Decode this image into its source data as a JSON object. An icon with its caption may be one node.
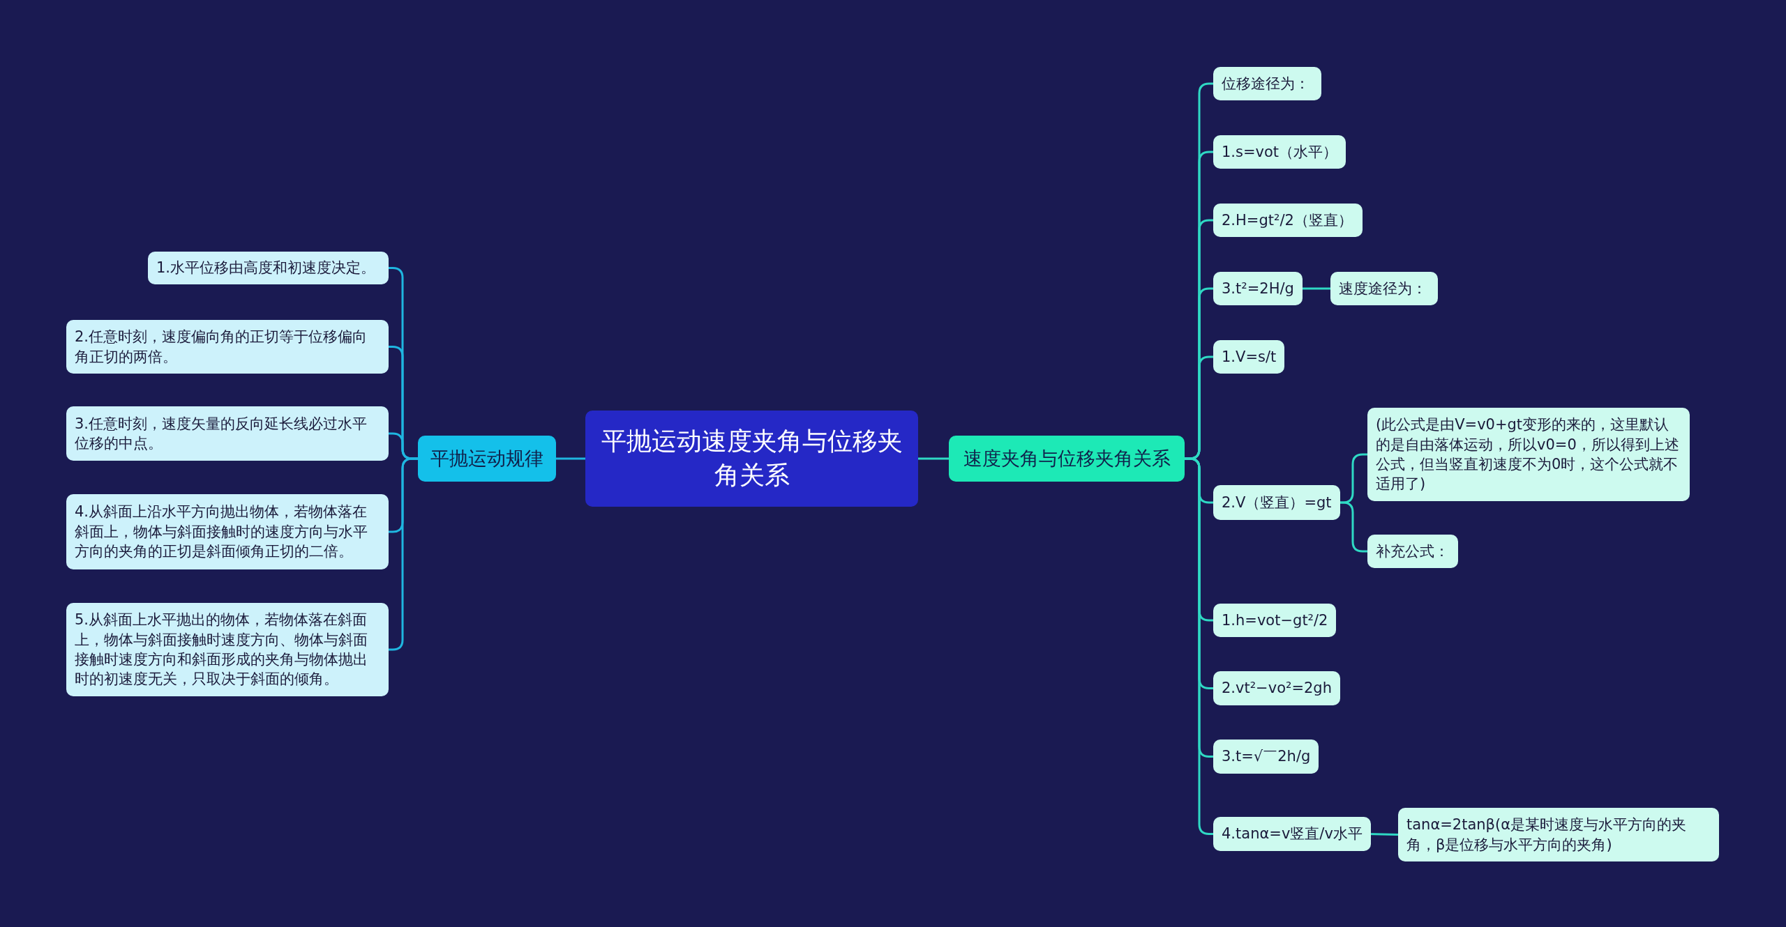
{
  "diagram": {
    "nodes": [
      {
        "text": [
          "平抛运动速度夹角与位移夹角关系"
        ]
      },
      {
        "text": [
          "平抛运动规律"
        ]
      },
      {
        "text": [
          "1.水平位移由高度和初速度决定。"
        ]
      },
      {
        "text": [
          "2.任意时刻，速度偏向角的正切等于位移偏向角正切的两倍。"
        ]
      },
      {
        "text": [
          "3.任意时刻，速度矢量的反向延长线必过水平位移的中点。"
        ]
      },
      {
        "text": [
          "4.从斜面上沿水平方向抛出物体，若物体落在斜面上，物体与斜面接触时的速度方向与水平方向的夹角的正切是斜面倾角正切的二倍。"
        ]
      },
      {
        "text": [
          "5.从斜面上水平抛出的物体，若物体落在斜面上，物体与斜面接触时速度方向、物体与斜面接触时速度方向和斜面形成的夹角与物体抛出时的初速度无关，只取决于斜面的倾角。"
        ]
      },
      {
        "text": [
          "速度夹角与位移夹角关系"
        ]
      },
      {
        "text": [
          "位移途径为："
        ]
      },
      {
        "text": [
          "1.s=vot（水平）"
        ]
      },
      {
        "text": [
          "2.H=gt²/2（竖直）"
        ]
      },
      {
        "text": [
          "3.t²=2H/g"
        ]
      },
      {
        "text": [
          "速度途径为："
        ]
      },
      {
        "text": [
          "1.V=s/t"
        ]
      },
      {
        "text": [
          "2.V（竖直）=gt"
        ]
      },
      {
        "text": [
          "(此公式是由V=v0+gt变形的来的，这里默认的是自由落体运动，所以v0=0，所以得到上述公式，但当竖直初速度不为0时，这个公式就不适用了)"
        ]
      },
      {
        "text": [
          "补充公式："
        ]
      },
      {
        "text": [
          "1.h=vot−gt²/2"
        ]
      },
      {
        "text": [
          "2.vt²−vo²=2gh"
        ]
      },
      {
        "text": [
          "3.t=√￣2h/g"
        ]
      },
      {
        "text": [
          "4.tanα=v竖直/v水平"
        ]
      },
      {
        "text": [
          "tanα=2tanβ(α是某时速度与水平方向的夹角，β是位移与水平方向的夹角)"
        ]
      }
    ],
    "edges": [
      {
        "from": 0,
        "to": 1,
        "arrow": "none"
      },
      {
        "from": 0,
        "to": 7,
        "arrow": "none"
      },
      {
        "from": 1,
        "to": 2,
        "arrow": "none"
      },
      {
        "from": 1,
        "to": 3,
        "arrow": "none"
      },
      {
        "from": 1,
        "to": 4,
        "arrow": "none"
      },
      {
        "from": 1,
        "to": 5,
        "arrow": "none"
      },
      {
        "from": 1,
        "to": 6,
        "arrow": "none"
      },
      {
        "from": 7,
        "to": 8,
        "arrow": "none"
      },
      {
        "from": 7,
        "to": 9,
        "arrow": "none"
      },
      {
        "from": 7,
        "to": 10,
        "arrow": "none"
      },
      {
        "from": 7,
        "to": 11,
        "arrow": "none"
      },
      {
        "from": 11,
        "to": 12,
        "arrow": "none"
      },
      {
        "from": 7,
        "to": 13,
        "arrow": "none"
      },
      {
        "from": 7,
        "to": 14,
        "arrow": "none"
      },
      {
        "from": 14,
        "to": 15,
        "arrow": "none"
      },
      {
        "from": 14,
        "to": 16,
        "arrow": "none"
      },
      {
        "from": 7,
        "to": 17,
        "arrow": "none"
      },
      {
        "from": 7,
        "to": 18,
        "arrow": "none"
      },
      {
        "from": 7,
        "to": 19,
        "arrow": "none"
      },
      {
        "from": 7,
        "to": 20,
        "arrow": "none"
      },
      {
        "from": 20,
        "to": 21,
        "arrow": "none"
      }
    ]
  }
}
